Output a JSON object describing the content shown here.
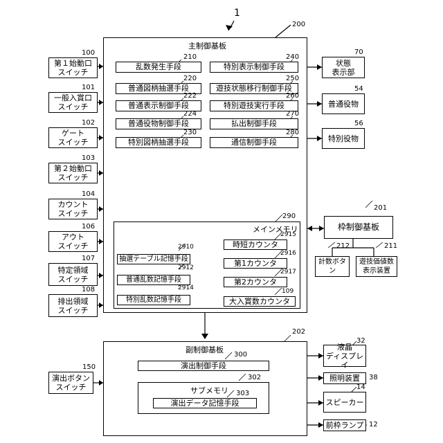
{
  "figure_number": "1",
  "main_board": {
    "label": "主制御基板",
    "num": "200",
    "modules": [
      {
        "label": "乱数発生手段",
        "num": "210"
      },
      {
        "label": "特別表示制御手段",
        "num": "240"
      },
      {
        "label": "普通図柄抽選手段",
        "num": "220"
      },
      {
        "label": "遊技状態移行制御手段",
        "num": "250"
      },
      {
        "label": "普通表示制御手段",
        "num": "222"
      },
      {
        "label": "特別遊技実行手段",
        "num": "260"
      },
      {
        "label": "普通役物制御手段",
        "num": "224"
      },
      {
        "label": "払出制御手段",
        "num": "270"
      },
      {
        "label": "特別図柄抽選手段",
        "num": "230"
      },
      {
        "label": "通信制御手段",
        "num": "280"
      }
    ],
    "main_memory": {
      "label": "メインメモリ",
      "num": "290",
      "left_items": [
        {
          "label": "抽選テーブル記憶手段",
          "num": "2910"
        },
        {
          "label": "普通乱数記憶手段",
          "num": "2912"
        },
        {
          "label": "特別乱数記憶手段",
          "num": "2914"
        }
      ],
      "right_items": [
        {
          "label": "時短カウンタ",
          "num": "2915"
        },
        {
          "label": "第1カウンタ",
          "num": "2916"
        },
        {
          "label": "第2カウンタ",
          "num": "2917"
        },
        {
          "label": "大入賞数カウンタ",
          "num": "109"
        }
      ]
    }
  },
  "left_switches": [
    {
      "line1": "第１始動口",
      "line2": "スイッチ",
      "num": "100"
    },
    {
      "line1": "一般入賞口",
      "line2": "スイッチ",
      "num": "101"
    },
    {
      "line1": "ゲート",
      "line2": "スイッチ",
      "num": "102"
    },
    {
      "line1": "第２始動口",
      "line2": "スイッチ",
      "num": "103"
    },
    {
      "line1": "カウント",
      "line2": "スイッチ",
      "num": "104"
    },
    {
      "line1": "アウト",
      "line2": "スイッチ",
      "num": "106"
    },
    {
      "line1": "特定領域",
      "line2": "スイッチ",
      "num": "107"
    },
    {
      "line1": "排出領域",
      "line2": "スイッチ",
      "num": "108"
    }
  ],
  "right_outputs": [
    {
      "line1": "状態",
      "line2": "表示部",
      "num": "70"
    },
    {
      "line1": "普通役物",
      "line2": "",
      "num": "54"
    },
    {
      "line1": "特別役物",
      "line2": "",
      "num": "56"
    }
  ],
  "frame_board": {
    "label": "枠制御基板",
    "num": "201",
    "children": [
      {
        "label": "計数ボタン",
        "num": "212"
      },
      {
        "line1": "遊技価値数",
        "line2": "表示装置",
        "num": "211"
      }
    ]
  },
  "sub_board": {
    "label": "副制御基板",
    "num": "202",
    "effect_control": {
      "label": "演出制御手段",
      "num": "300"
    },
    "sub_memory": {
      "label": "サブメモリ",
      "num": "302",
      "data_store": {
        "label": "演出データ記憶手段",
        "num": "303"
      }
    }
  },
  "effect_button": {
    "line1": "演出ボタン",
    "line2": "スイッチ",
    "num": "150"
  },
  "sub_outputs": [
    {
      "line1": "液晶",
      "line2": "ディスプレイ",
      "num": "32"
    },
    {
      "line1": "照明装置",
      "line2": "",
      "num": "38"
    },
    {
      "line1": "スピーカー",
      "line2": "",
      "num": "14"
    },
    {
      "line1": "前枠ランプ",
      "line2": "",
      "num": "12"
    }
  ]
}
